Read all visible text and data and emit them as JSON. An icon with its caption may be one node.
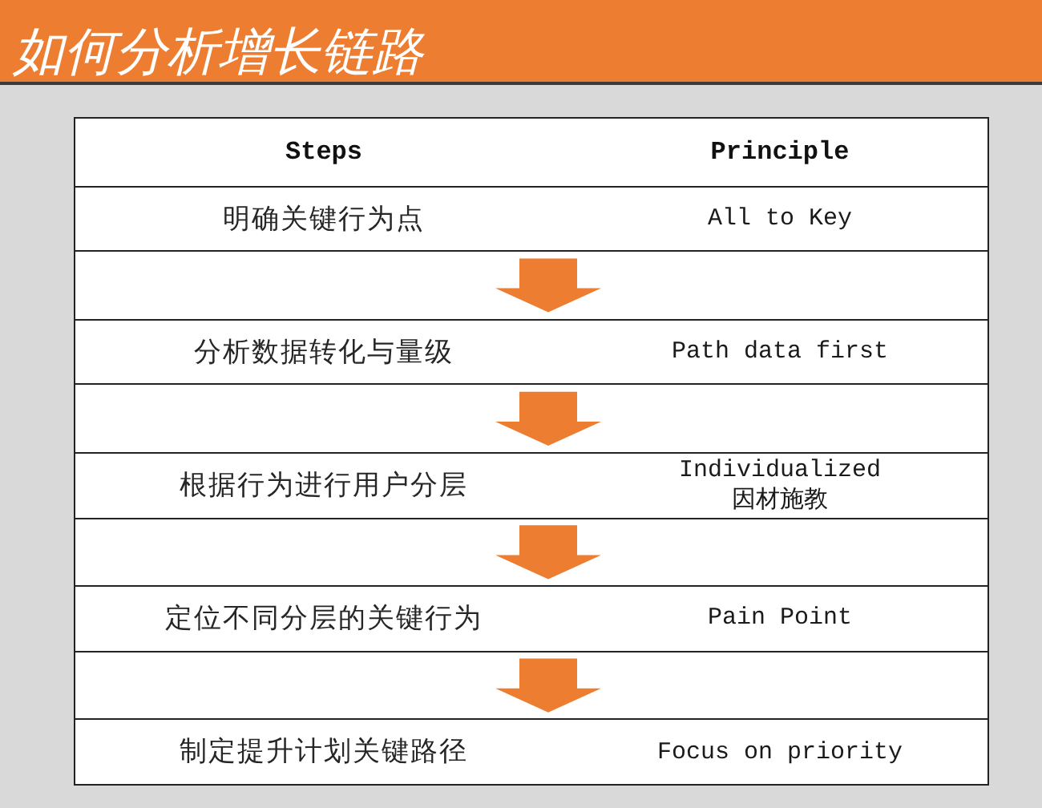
{
  "diagram": {
    "title": "如何分析增长链路",
    "nodes": [
      {
        "text": [
          "明确关键行为点",
          "All to Key"
        ]
      },
      {
        "text": [
          "分析数据转化与量级",
          "Path data first"
        ]
      },
      {
        "text": [
          "根据行为进行用户分层",
          "Individualized 因材施教"
        ]
      },
      {
        "text": [
          "定位不同分层的关键行为",
          "Pain Point"
        ]
      },
      {
        "text": [
          "制定提升计划关键路径",
          "Focus on priority"
        ]
      }
    ],
    "edges": [
      {
        "from": 0,
        "to": 1,
        "arrow": "to"
      },
      {
        "from": 1,
        "to": 2,
        "arrow": "to"
      },
      {
        "from": 2,
        "to": 3,
        "arrow": "to"
      },
      {
        "from": 3,
        "to": 4,
        "arrow": "to"
      }
    ],
    "labels": [
      "Steps",
      "Principle"
    ]
  }
}
